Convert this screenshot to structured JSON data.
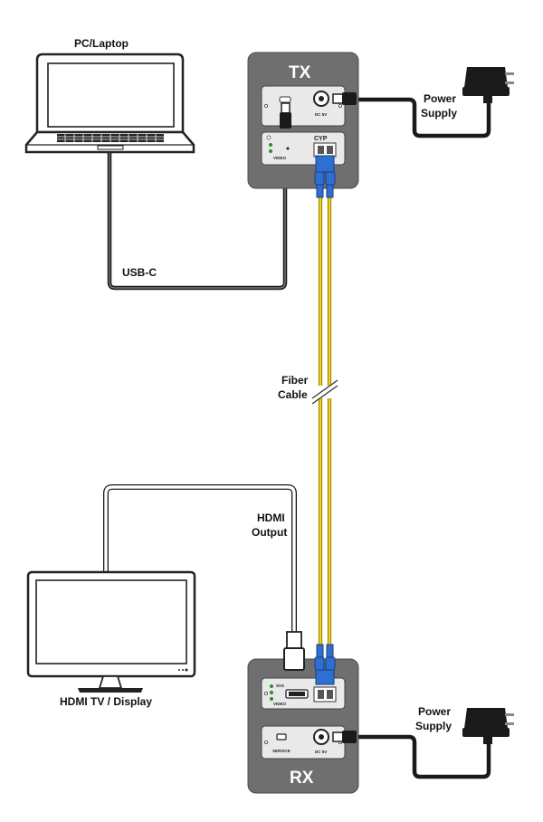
{
  "labels": {
    "pc_laptop": "PC/Laptop",
    "usb_c": "USB-C",
    "tx": "TX",
    "rx": "RX",
    "power_supply_line1": "Power",
    "power_supply_line2": "Supply",
    "fiber_line1": "Fiber",
    "fiber_line2": "Cable",
    "hdmi_output_line1": "HDMI",
    "hdmi_output_line2": "Output",
    "hdmi_tv_display": "HDMI TV / Display"
  },
  "panel_text": {
    "dc_5v": "DC 5V",
    "video": "VIDEO",
    "svs": "SVS",
    "service": "SERVICE",
    "brand": "CYP"
  },
  "colors": {
    "unit_body": "#6f6f6f",
    "fiber": "#f2d21b",
    "fiber_connector": "#2f6fd1",
    "cable": "#1a1a1a",
    "led_green": "#2e8b2e"
  }
}
